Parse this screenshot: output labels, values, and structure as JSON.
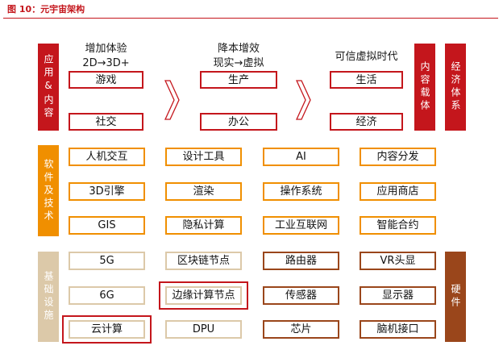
{
  "figure": {
    "title": "图 10：元宇宙架构"
  },
  "colors": {
    "accent_red": "#c4161c",
    "software_orange": "#f08f00",
    "infrastructure_tan": "#dcc9a9",
    "hardware_brown": "#9a461b"
  },
  "layers": {
    "application": {
      "label": "应用&内容"
    },
    "software": {
      "label": "软件及技术"
    },
    "infrastructure": {
      "label": "基础设施"
    }
  },
  "side_tags": {
    "content_carrier": {
      "label": "内容载体"
    },
    "economy": {
      "label": "经济体系"
    },
    "hardware": {
      "label": "硬件"
    }
  },
  "application": {
    "stages": [
      {
        "headline": "增加体验",
        "subline": "2D→3D+",
        "items": [
          "游戏",
          "社交"
        ]
      },
      {
        "headline": "降本增效",
        "subline": "现实→虚拟",
        "items": [
          "生产",
          "办公"
        ]
      },
      {
        "headline": "可信虚拟时代",
        "items": [
          "生活",
          "经济"
        ]
      }
    ],
    "arrow_icons": [
      "chevron-right-icon",
      "chevron-right-icon"
    ]
  },
  "software": {
    "rows": [
      [
        "人机交互",
        "设计工具",
        "AI",
        "内容分发"
      ],
      [
        "3D引擎",
        "渲染",
        "操作系统",
        "应用商店"
      ],
      [
        "GIS",
        "隐私计算",
        "工业互联网",
        "智能合约"
      ]
    ]
  },
  "infrastructure": {
    "rows": [
      [
        "5G",
        "区块链节点",
        "路由器",
        "VR头显"
      ],
      [
        "6G",
        "边缘计算节点",
        "传感器",
        "显示器"
      ],
      [
        "云计算",
        "DPU",
        "芯片",
        "脑机接口"
      ]
    ],
    "highlighted": [
      [
        false,
        false,
        false,
        false
      ],
      [
        false,
        true,
        false,
        false
      ],
      [
        true,
        false,
        false,
        false
      ]
    ]
  }
}
